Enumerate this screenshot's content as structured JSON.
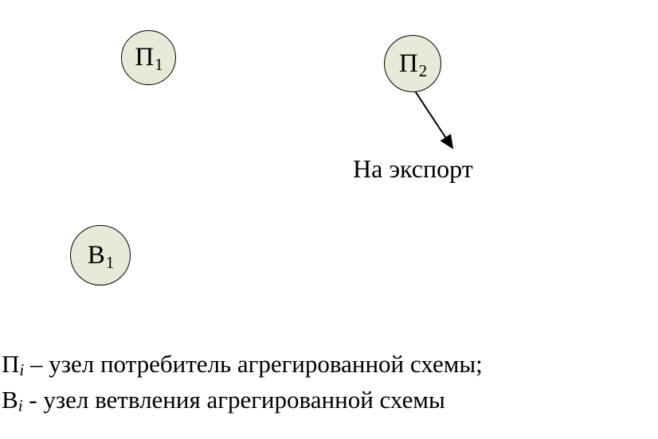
{
  "diagram": {
    "nodes": [
      {
        "id": "P1",
        "label": "П",
        "sub": "1"
      },
      {
        "id": "P2",
        "label": "П",
        "sub": "2"
      },
      {
        "id": "B1",
        "label": "В",
        "sub": "1"
      }
    ],
    "export_label": "На экспорт",
    "node_fill": "#e7ead9",
    "node_stroke": "#000000",
    "arrow_color": "#000000"
  },
  "legend": {
    "line1": {
      "symbol": "П",
      "sub": "i",
      "text": " – узел потребитель агрегированной схемы;"
    },
    "line2": {
      "symbol": "В",
      "sub": "i",
      "text": " - узел ветвления агрегированной схемы"
    }
  }
}
